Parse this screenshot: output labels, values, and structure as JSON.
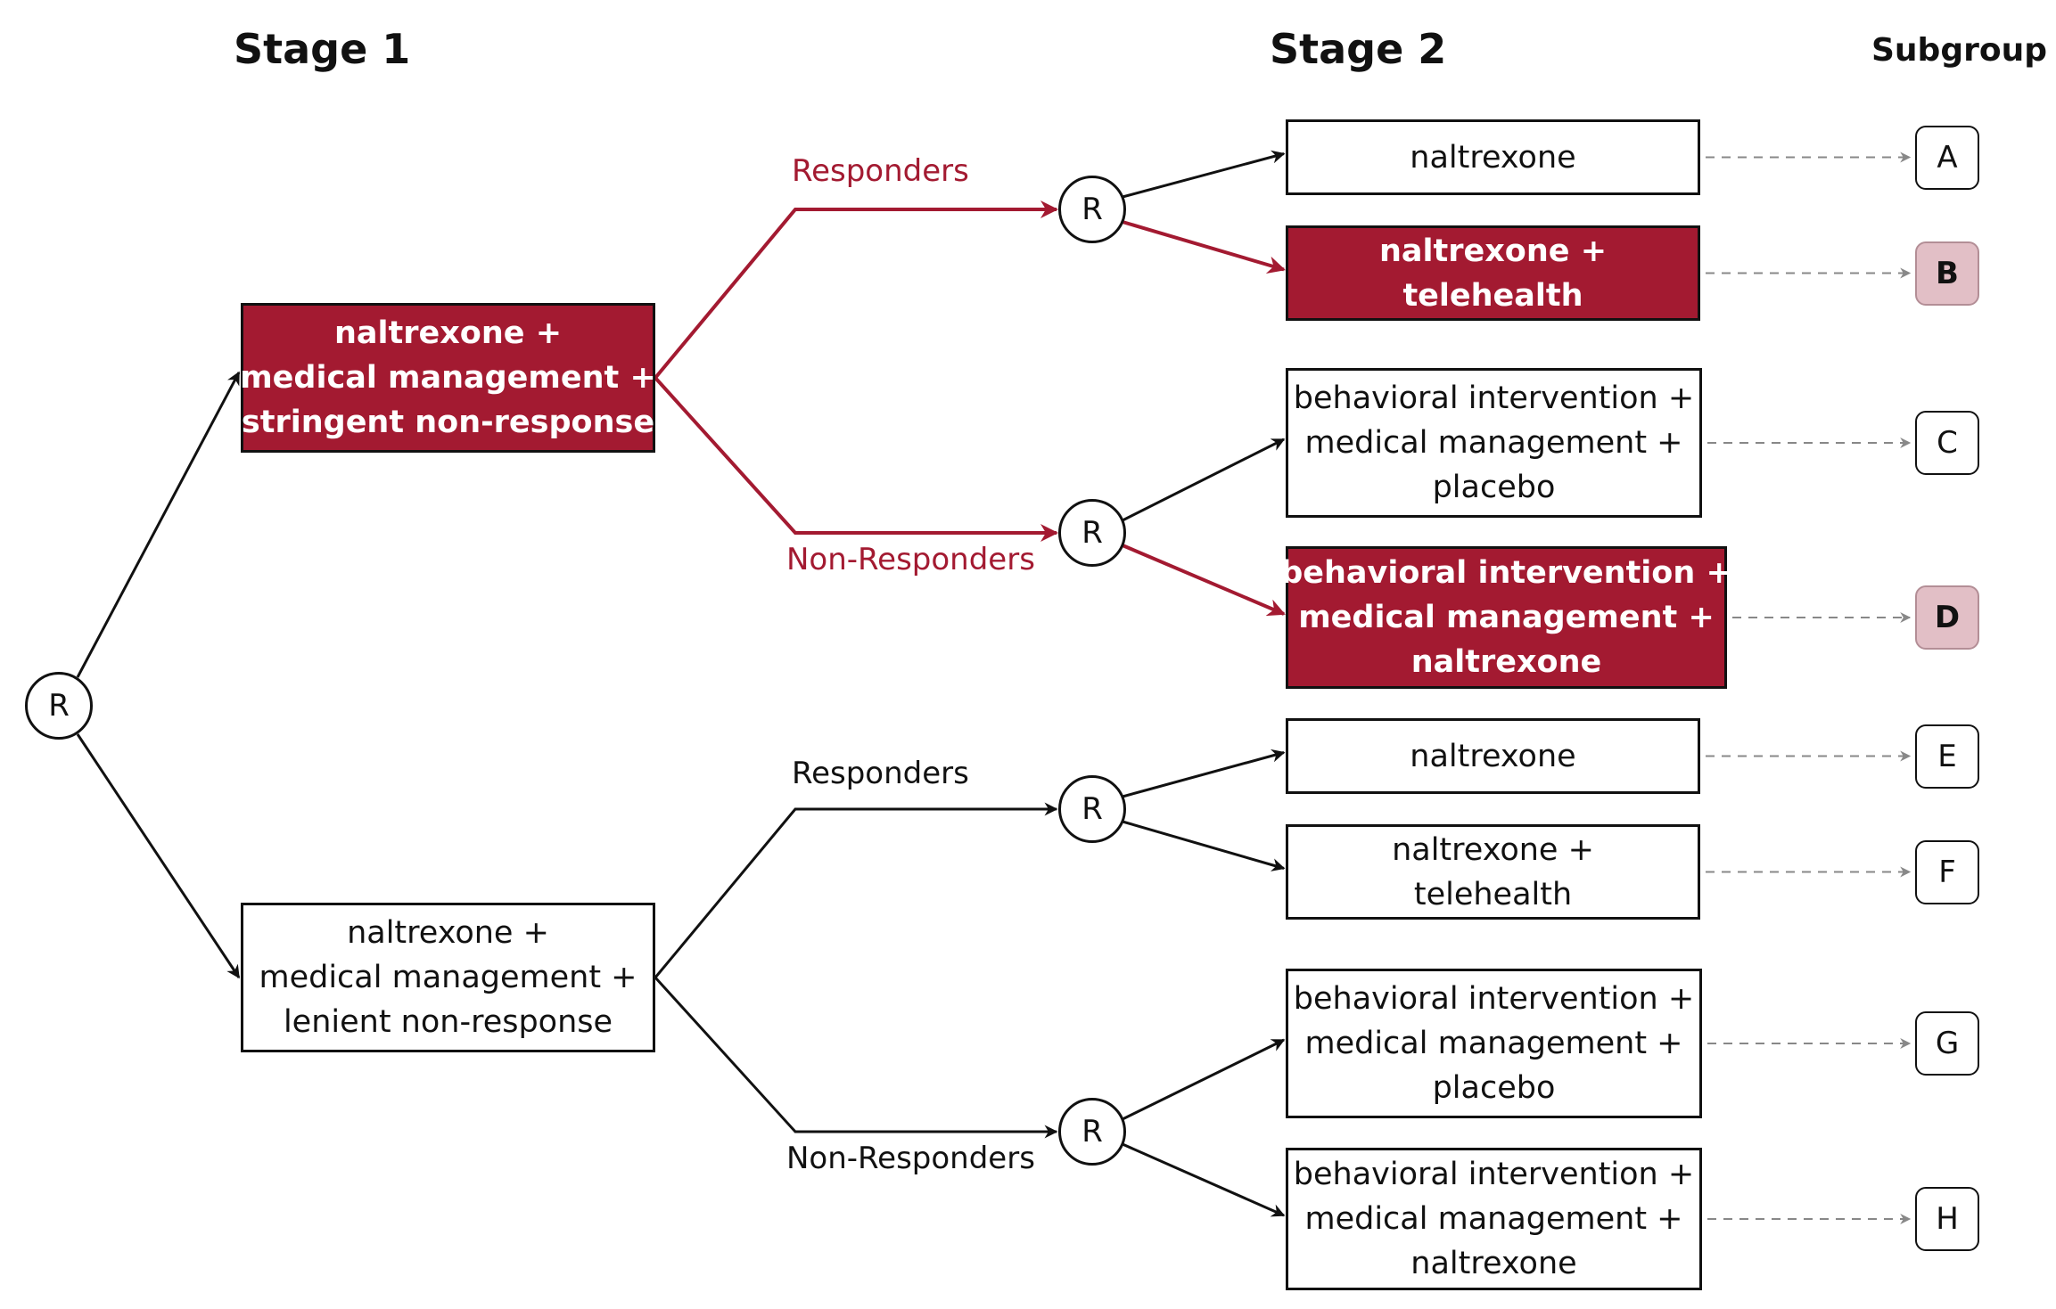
{
  "headers": {
    "stage1": "Stage 1",
    "stage2": "Stage 2",
    "subgroup": "Subgroup"
  },
  "colors": {
    "highlight": "#a31a31",
    "highlight_subgroup": "#e2bfc6",
    "line": "#111111",
    "dashed": "#888888"
  },
  "randomization_label": "R",
  "stage1": [
    {
      "lines": [
        "naltrexone +",
        "medical management +",
        "stringent non-response"
      ],
      "highlighted": true
    },
    {
      "lines": [
        "naltrexone +",
        "medical management +",
        "lenient non-response"
      ],
      "highlighted": false
    }
  ],
  "response_labels": {
    "responders": "Responders",
    "non_responders": "Non-Responders"
  },
  "stage2": [
    {
      "lines": [
        "naltrexone"
      ],
      "subgroup": "A",
      "highlighted": false
    },
    {
      "lines": [
        "naltrexone +",
        "telehealth"
      ],
      "subgroup": "B",
      "highlighted": true
    },
    {
      "lines": [
        "behavioral intervention +",
        "medical management +",
        "placebo"
      ],
      "subgroup": "C",
      "highlighted": false
    },
    {
      "lines": [
        "behavioral intervention +",
        "medical management +",
        "naltrexone"
      ],
      "subgroup": "D",
      "highlighted": true
    },
    {
      "lines": [
        "naltrexone"
      ],
      "subgroup": "E",
      "highlighted": false
    },
    {
      "lines": [
        "naltrexone +",
        "telehealth"
      ],
      "subgroup": "F",
      "highlighted": false
    },
    {
      "lines": [
        "behavioral intervention +",
        "medical management +",
        "placebo"
      ],
      "subgroup": "G",
      "highlighted": false
    },
    {
      "lines": [
        "behavioral intervention +",
        "medical management +",
        "naltrexone"
      ],
      "subgroup": "H",
      "highlighted": false
    }
  ]
}
